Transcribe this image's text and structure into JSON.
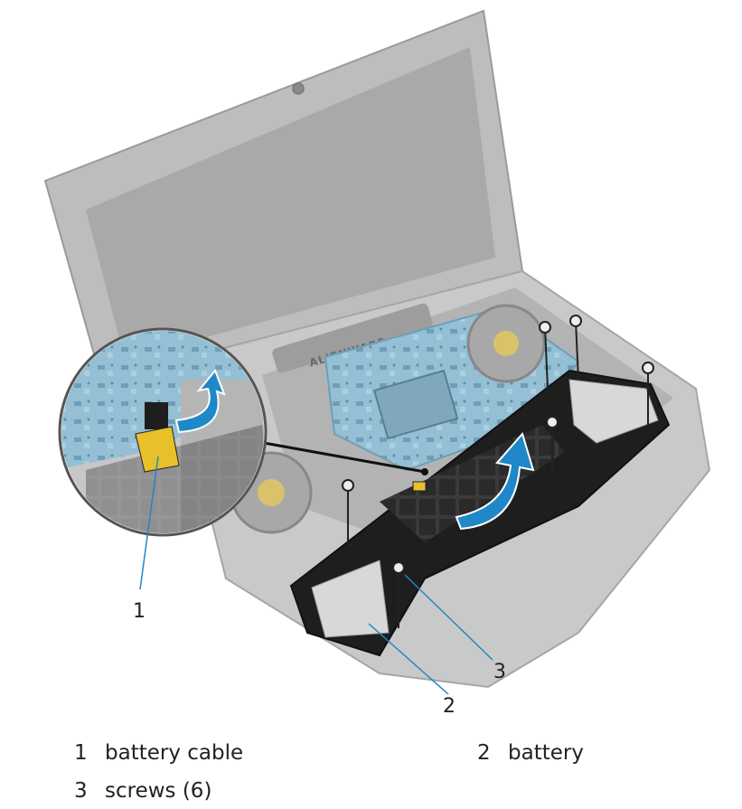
{
  "callouts": {
    "c1": "1",
    "c2": "2",
    "c3": "3"
  },
  "laptop": {
    "logo_text": "ALIENWARE"
  },
  "legend": [
    {
      "number": "1",
      "label": "battery cable"
    },
    {
      "number": "2",
      "label": "battery"
    },
    {
      "number": "3",
      "label": "screws (6)"
    }
  ],
  "colors": {
    "shell_gray": "#b9b9b9",
    "board_blue": "#8fbad0",
    "battery_black": "#1e1e1e",
    "arrow_blue": "#1e88c8",
    "cable_yellow": "#e8c02a"
  }
}
